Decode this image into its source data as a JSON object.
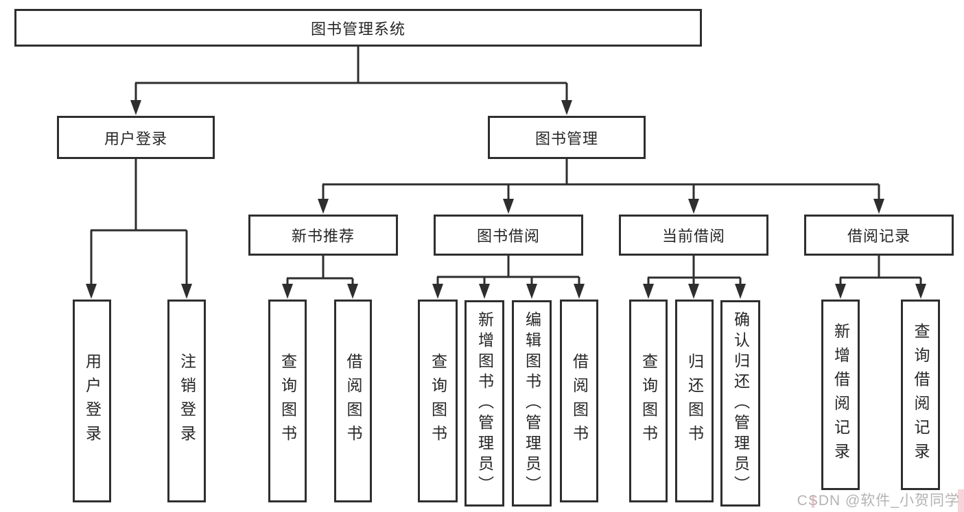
{
  "diagram": {
    "root": {
      "label": "图书管理系统"
    },
    "level2": [
      {
        "id": "user-login",
        "label": "用户登录"
      },
      {
        "id": "book-management",
        "label": "图书管理"
      }
    ],
    "level3": [
      {
        "id": "new-book-recommend",
        "label": "新书推荐"
      },
      {
        "id": "book-borrow",
        "label": "图书借阅"
      },
      {
        "id": "current-borrow",
        "label": "当前借阅"
      },
      {
        "id": "borrow-records",
        "label": "借阅记录"
      }
    ],
    "leaves": [
      {
        "parent": "user-login",
        "label": "用户登录"
      },
      {
        "parent": "user-login",
        "label": "注销登录"
      },
      {
        "parent": "new-book-recommend",
        "label": "查询图书"
      },
      {
        "parent": "new-book-recommend",
        "label": "借阅图书"
      },
      {
        "parent": "book-borrow",
        "label": "查询图书"
      },
      {
        "parent": "book-borrow",
        "label": "新增图书（管理员）"
      },
      {
        "parent": "book-borrow",
        "label": "编辑图书（管理员）"
      },
      {
        "parent": "book-borrow",
        "label": "借阅图书"
      },
      {
        "parent": "current-borrow",
        "label": "查询图书"
      },
      {
        "parent": "current-borrow",
        "label": "归还图书"
      },
      {
        "parent": "current-borrow",
        "label": "确认归还（管理员）"
      },
      {
        "parent": "borrow-records",
        "label": "新增借阅记录"
      },
      {
        "parent": "borrow-records",
        "label": "查询借阅记录"
      }
    ]
  },
  "watermark": {
    "text": "CSDN @软件_小贺同学"
  },
  "colors": {
    "line": "#2e2e2e",
    "text": "#262626",
    "background": "#ffffff",
    "watermark_gray": "#b5b2b2",
    "watermark_pink": "#f6ccd2"
  }
}
